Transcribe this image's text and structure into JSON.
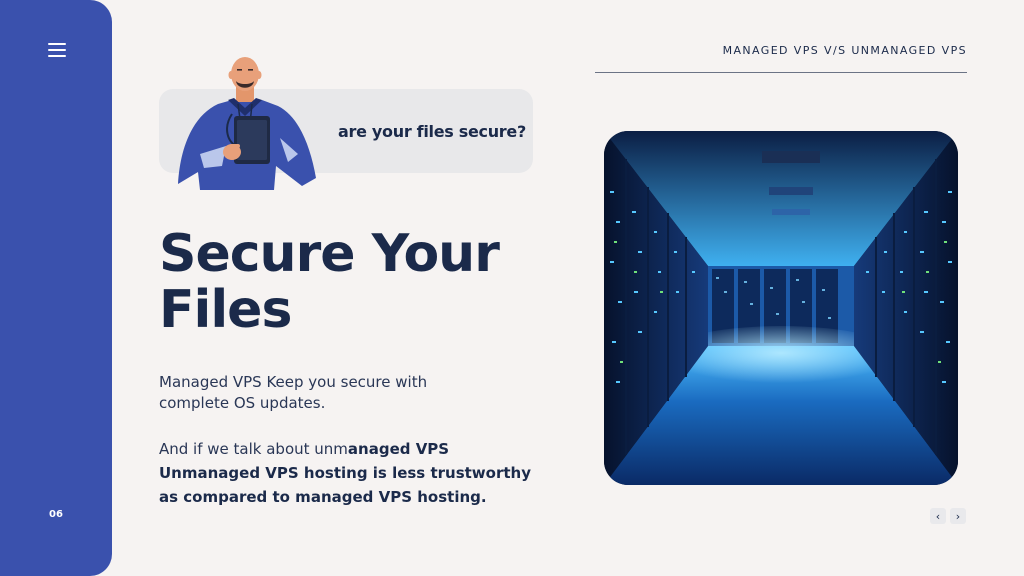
{
  "sidebar": {
    "menu_icon": "hamburger-menu-icon",
    "page_number": "06",
    "color": "#3a51ad"
  },
  "header": {
    "title": "MANAGED VPS V/S UNMANAGED VPS"
  },
  "callout": {
    "text": "are your files secure?"
  },
  "headline": {
    "line1": "Secure Your",
    "line2": "Files"
  },
  "body": {
    "paragraph1_line1": "Managed VPS Keep you secure with",
    "paragraph1_line2": "complete OS updates.",
    "paragraph2_line1_a": "And if we talk about unm",
    "paragraph2_line1_b": "anaged VPS",
    "paragraph2_line2": "Unmanaged VPS hosting is less trustworthy",
    "paragraph2_line3": "as compared to managed VPS hosting."
  },
  "nav": {
    "prev_icon": "chevron-left-icon",
    "next_icon": "chevron-right-icon",
    "prev_glyph": "‹",
    "next_glyph": "›"
  },
  "colors": {
    "background": "#f6f3f2",
    "text": "#1b2a4a",
    "accent": "#3a51ad"
  }
}
